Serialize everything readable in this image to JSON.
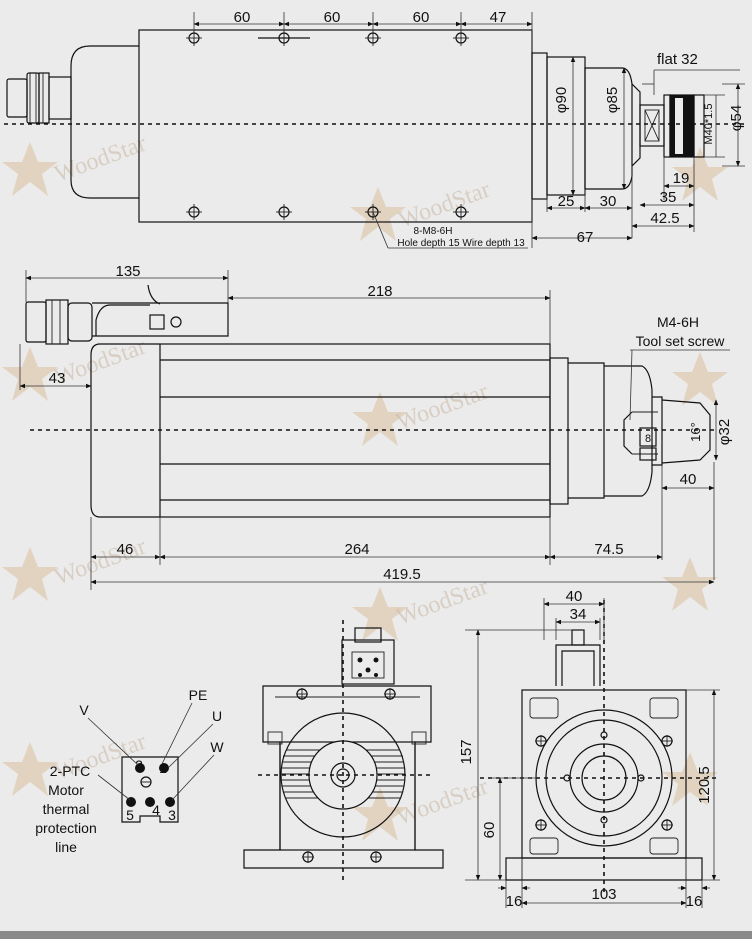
{
  "watermark": {
    "text": "WoodStar"
  },
  "top_view": {
    "dims_top": [
      "60",
      "60",
      "60",
      "47"
    ],
    "flat_label": "flat 32",
    "phi90": "φ90",
    "phi85": "φ85",
    "phi54": "φ54",
    "thread": "M40*1.5",
    "dims_right": [
      "25",
      "30",
      "19",
      "35",
      "42.5",
      "67"
    ],
    "hole_note_1": "8-M8-6H",
    "hole_note_2": "Hole depth 15 Wire depth 13"
  },
  "side_view": {
    "dim_135": "135",
    "dim_218": "218",
    "dim_43": "43",
    "screw_1": "M4-6H",
    "screw_2": "Tool set screw",
    "angle": "16°",
    "phi32": "φ32",
    "collet_size": "8",
    "dim_40": "40",
    "dims_bottom": [
      "46",
      "264",
      "74.5"
    ],
    "total": "419.5"
  },
  "wiring": {
    "label_V": "V",
    "label_PE": "PE",
    "label_U": "U",
    "label_W": "W",
    "label_ptc": "2-PTC",
    "label_motor": "Motor",
    "label_thermal": "thermal",
    "label_protection": "protection",
    "label_line": "line",
    "pins": [
      "2",
      "1",
      "4",
      "5",
      "3"
    ]
  },
  "end_view": {
    "dim_40": "40",
    "dim_34": "34",
    "dim_157": "157",
    "dim_120_5": "120.5",
    "dim_60": "60",
    "dim_103": "103",
    "dim_16a": "16",
    "dim_16b": "16"
  }
}
